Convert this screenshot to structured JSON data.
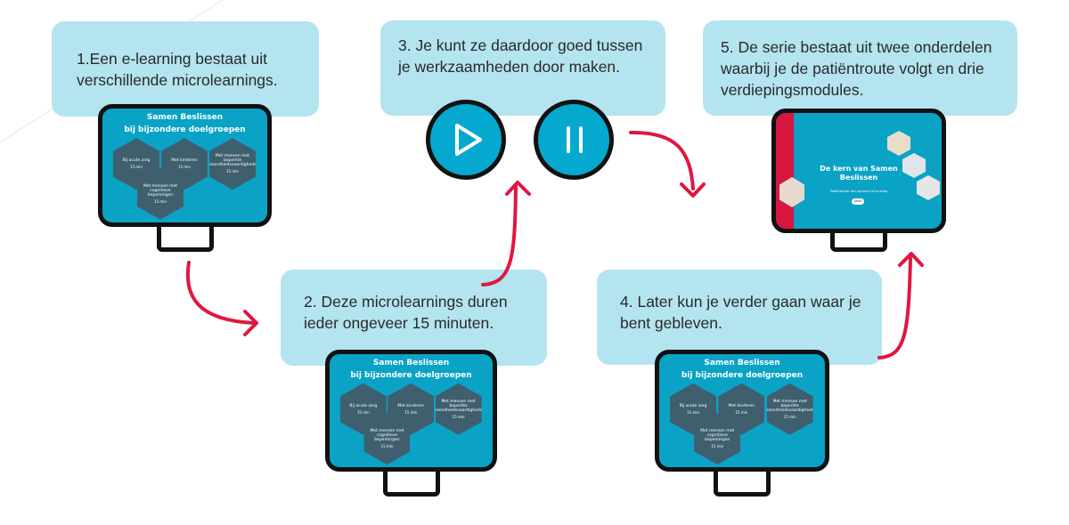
{
  "steps": [
    {
      "number": "1",
      "text": "1.Een e-learning bestaat uit verschillende microlearnings."
    },
    {
      "number": "2",
      "text": "2. Deze microlearnings duren ieder ongeveer 15 minuten."
    },
    {
      "number": "3",
      "text": "3. Je kunt ze daardoor goed tussen je werkzaamheden door maken."
    },
    {
      "number": "4",
      "text": "4. Later kun je verder gaan waar je bent gebleven."
    },
    {
      "number": "5",
      "text": "5. De serie bestaat uit twee onderdelen waarbij je de patiëntroute volgt en drie verdiepingsmodules."
    }
  ],
  "screen": {
    "title1": "Samen Beslissen",
    "title2": "bij bijzondere doelgroepen",
    "modules": [
      {
        "label": "Bij acute zorg",
        "duration": "15 min"
      },
      {
        "label": "Met kinderen",
        "duration": "15 min"
      },
      {
        "label": "Met mensen met beperkte gezondheidsvaardigheden",
        "duration": "15 min"
      },
      {
        "label": "Met mensen met cognitieve beperkingen",
        "duration": "15 min"
      }
    ]
  },
  "screen5": {
    "title": "De kern van Samen Beslissen",
    "subtitle": "Patiëntroute van opname tot ontslag",
    "button": "Start"
  },
  "icons": {
    "play": "play-icon",
    "pause": "pause-icon"
  },
  "colors": {
    "box": "#b3e4f0",
    "screen": "#0aa3c6",
    "arrow": "#e0173f",
    "accent_red": "#d9163e"
  }
}
